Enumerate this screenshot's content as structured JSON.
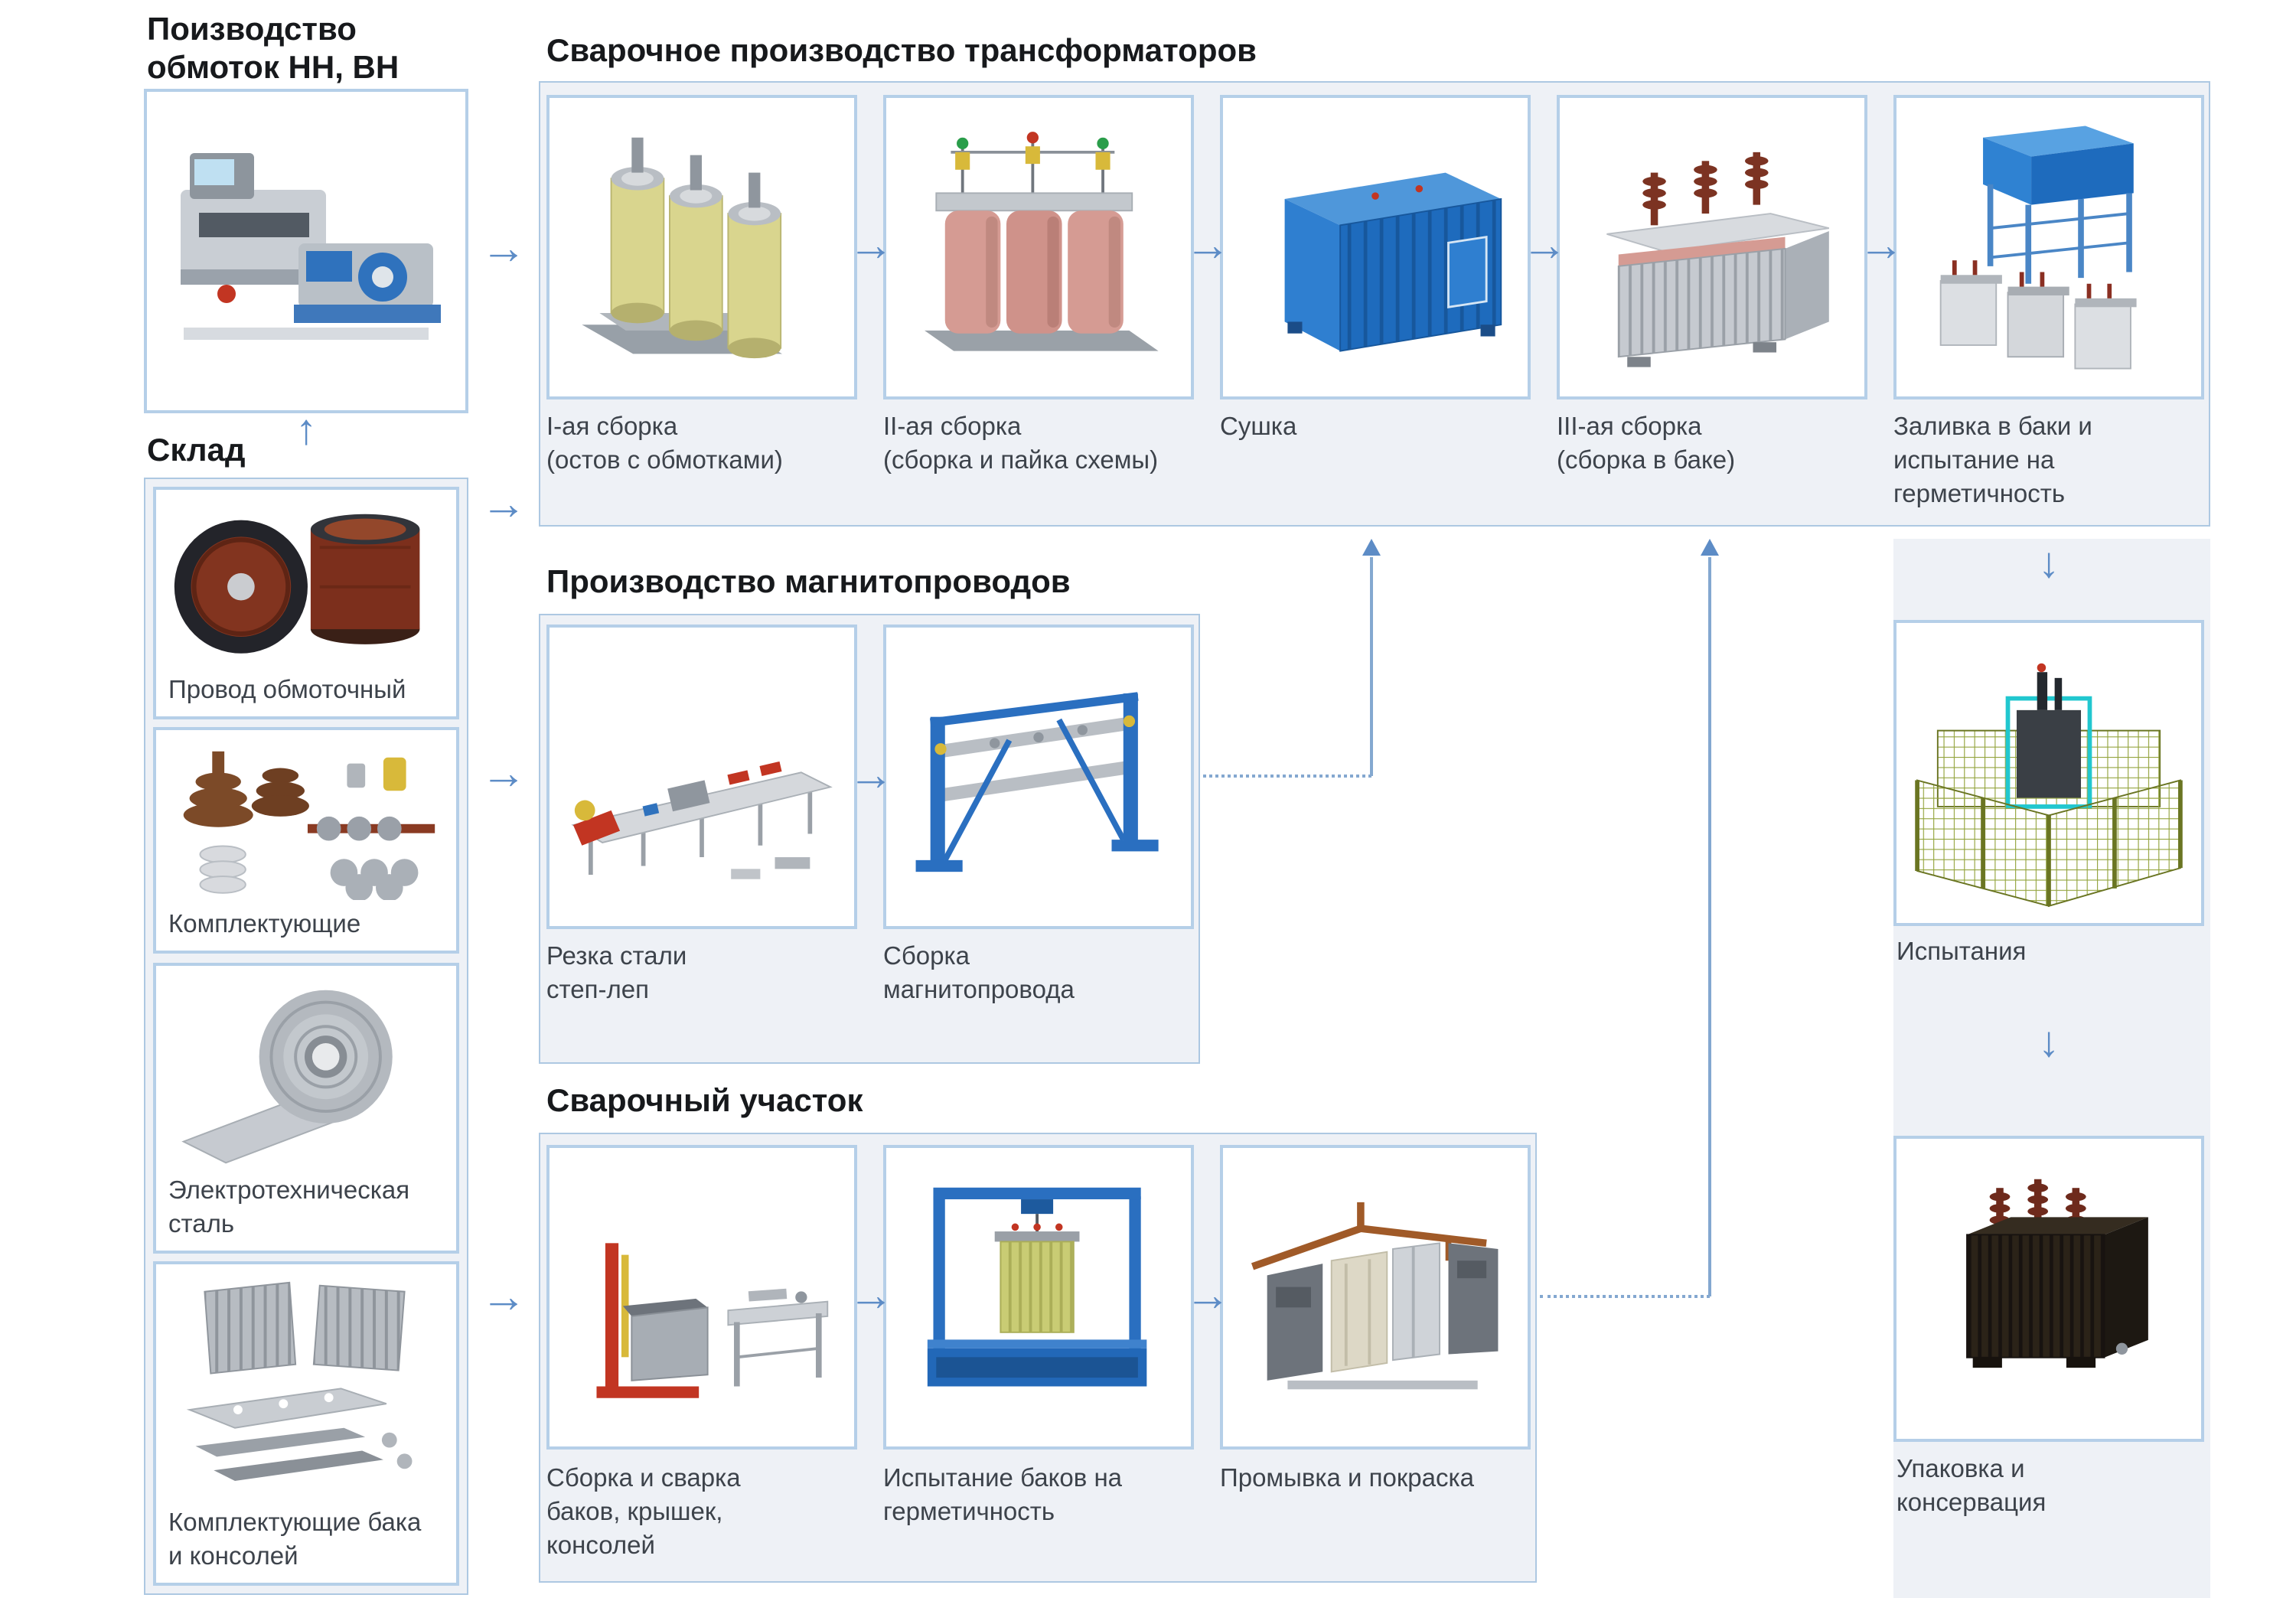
{
  "icons": {
    "arrow_right": "→",
    "arrow_up": "↑",
    "arrow_down": "↓"
  },
  "palette": {
    "accent_blue": "#5d8cc6",
    "panel_bg": "#eef1f6",
    "panel_border": "#adc8e2",
    "box_border": "#b5cfe8",
    "heading_text": "#17191c",
    "label_text": "#3d434b"
  },
  "winding": {
    "title": "Поизводство\nобмоток НН, ВН",
    "photo": "winding-machines"
  },
  "warehouse": {
    "title": "Склад",
    "items": [
      {
        "label": "Провод обмоточный",
        "photo": "wire-spools"
      },
      {
        "label": "Комплектующие",
        "photo": "insulators-and-fittings"
      },
      {
        "label": "Электротехническая\nсталь",
        "photo": "electrical-steel-coil"
      },
      {
        "label": "Комплектующие бака\nи консолей",
        "photo": "tank-and-console-parts"
      }
    ]
  },
  "sections": {
    "welding": {
      "title": "Сварочное производство трансформаторов",
      "stages": [
        {
          "label": "I-ая сборка\n(остов с обмотками)",
          "photo": "core-with-windings"
        },
        {
          "label": "II-ая сборка\n(сборка и пайка схемы)",
          "photo": "windings-with-wiring"
        },
        {
          "label": "Сушка",
          "photo": "drying-chamber"
        },
        {
          "label": "III-ая сборка\n(сборка в баке)",
          "photo": "transformer-in-tank"
        },
        {
          "label": "Заливка в баки и\nиспытание на\nгерметичность",
          "photo": "oil-filling-stand"
        }
      ]
    },
    "cores": {
      "title": "Производство магнитопроводов",
      "stages": [
        {
          "label": "Резка стали\nстеп-леп",
          "photo": "steel-cutting-line"
        },
        {
          "label": "Сборка\nмагнитопровода",
          "photo": "core-assembly-stand"
        }
      ]
    },
    "tanks": {
      "title": "Сварочный участок",
      "stages": [
        {
          "label": "Сборка и сварка\nбаков, крышек,\nконсолей",
          "photo": "tank-welding-area"
        },
        {
          "label": "Испытание баков на\nгерметичность",
          "photo": "tank-leak-testing"
        },
        {
          "label": "Промывка и покраска",
          "photo": "washing-painting-booth"
        }
      ]
    }
  },
  "right": {
    "testing_label": "Испытания",
    "packing_label": "Упаковка и\nконсервация"
  }
}
